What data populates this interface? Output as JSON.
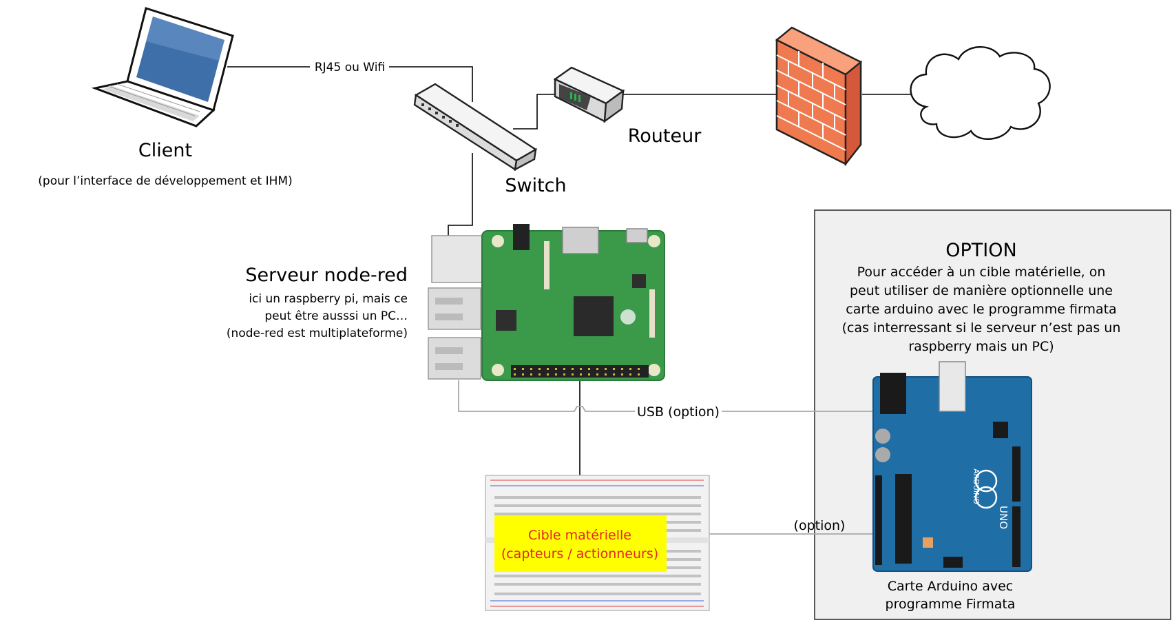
{
  "client": {
    "label": "Client",
    "sublabel": "(pour l’interface de développement et IHM)"
  },
  "link_client_switch": "RJ45 ou Wifi",
  "switch": {
    "label": "Switch"
  },
  "router": {
    "label": "Routeur"
  },
  "server": {
    "label": "Serveur node-red",
    "desc": [
      "ici un raspberry pi, mais ce",
      "peut être ausssi un PC…",
      "(node-red est multiplateforme)"
    ]
  },
  "link_usb": "USB  (option)",
  "target": {
    "lines": [
      "Cible matérielle",
      "(capteurs / actionneurs)"
    ],
    "box_color": "#ffff00",
    "text_color": "#e32626"
  },
  "link_target_arduino": "(option)",
  "option": {
    "title": "OPTION",
    "lines": [
      "Pour accéder à un cible matérielle, on",
      "peut utiliser de manière optionnelle une",
      "carte arduino avec le programme firmata",
      "(cas interressant si le serveur n’est pas un",
      "raspberry mais un PC)"
    ],
    "panel_color": "#f0f0f0"
  },
  "arduino": {
    "label_lines": [
      "Carte Arduino avec",
      "programme Firmata"
    ],
    "board_color": "#1f6ea6",
    "brand": "ARDUINO",
    "model": "UNO"
  },
  "colors": {
    "firewall": "#f07a50",
    "raspberry_pcb": "#3a9a4a"
  }
}
